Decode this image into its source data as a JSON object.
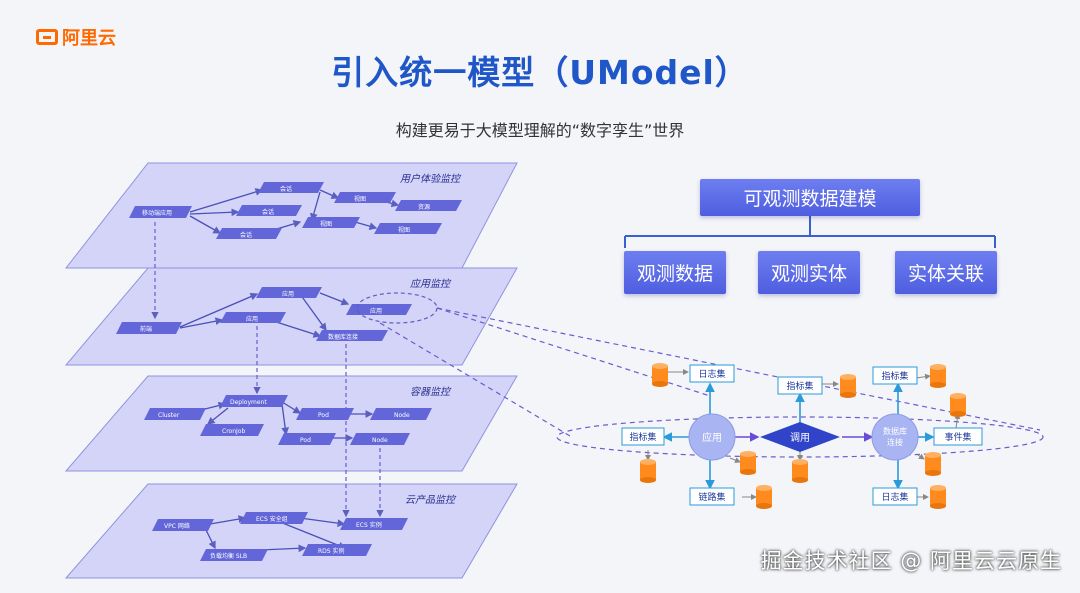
{
  "brand": {
    "logo_text": "阿里云",
    "accent": "#ff6a00"
  },
  "header": {
    "title": "引入统一模型（UModel）",
    "subtitle": "构建更易于大模型理解的“数字孪生”世界"
  },
  "layers": [
    {
      "label": "用户体验监控",
      "nodes": [
        "移动端应用",
        "会话",
        "会话",
        "会话",
        "视图",
        "视图",
        "资源",
        "视图"
      ]
    },
    {
      "label": "应用监控",
      "nodes": [
        "前端",
        "应用",
        "应用",
        "数据库连接",
        "应用"
      ]
    },
    {
      "label": "容器监控",
      "nodes": [
        "Cluster",
        "Deployment",
        "CronJob",
        "Pod",
        "Pod",
        "Node",
        "Node"
      ]
    },
    {
      "label": "云产品监控",
      "nodes": [
        "VPC 网络",
        "ECS 安全组",
        "负载均衡 SLB",
        "ECS 实例",
        "RDS 实例"
      ]
    }
  ],
  "modeling": {
    "top": "可观测数据建模",
    "items": [
      "观测数据",
      "观测实体",
      "实体关联"
    ]
  },
  "graph": {
    "left_entity": "应用",
    "right_entity": "数据库\n连接",
    "relation": "调用",
    "left_sets": {
      "top": "日志集",
      "left": "指标集",
      "bottom": "链路集"
    },
    "mid_top": "指标集",
    "right_sets": {
      "top": "指标集",
      "right": "事件集",
      "bottom": "日志集"
    }
  },
  "watermark": "掘金技术社区 @ 阿里云云原生"
}
